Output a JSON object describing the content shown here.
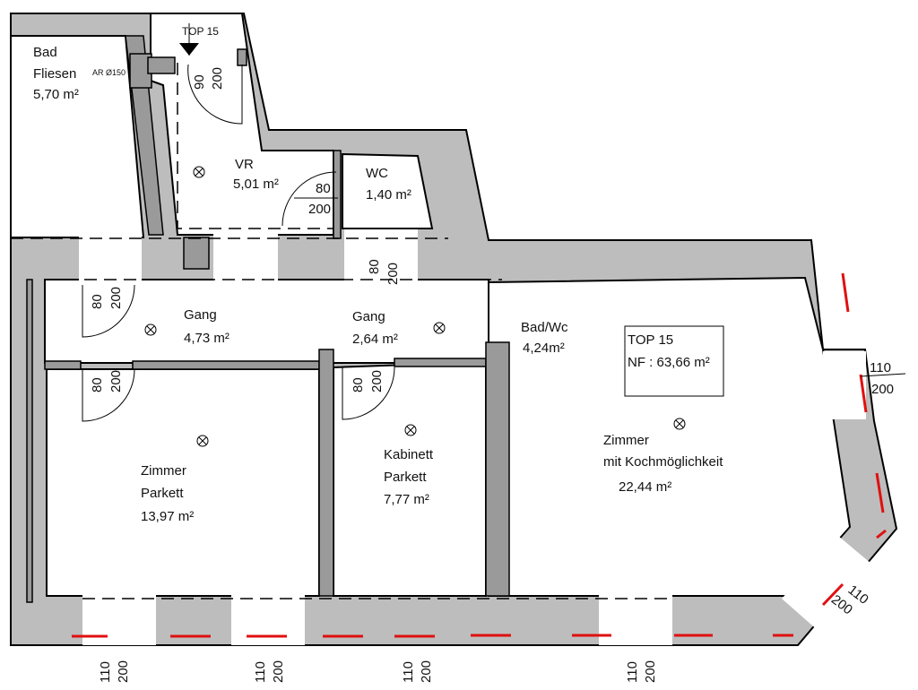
{
  "plan": {
    "unit_label": "TOP 15",
    "summary": {
      "title": "TOP 15",
      "area": "NF : 63,66 m²"
    },
    "rooms": [
      {
        "name": "Bad",
        "floor": "Fliesen",
        "area": "5,70 m²"
      },
      {
        "name": "VR",
        "area": "5,01 m²"
      },
      {
        "name": "WC",
        "area": "1,40 m²"
      },
      {
        "name": "Gang",
        "area": "4,73 m²"
      },
      {
        "name": "Gang",
        "area": "2,64 m²"
      },
      {
        "name": "Bad/Wc",
        "area": "4,24m²"
      },
      {
        "name": "Zimmer",
        "floor": "Parkett",
        "area": "13,97 m²"
      },
      {
        "name": "Kabinett",
        "floor": "Parkett",
        "area": "7,77 m²"
      },
      {
        "name": "Zimmer",
        "floor": "mit Kochmöglichkeit",
        "area": "22,44 m²"
      }
    ],
    "annotation": "AR Ø150",
    "doors": [
      {
        "w": "90",
        "h": "200"
      },
      {
        "w": "80",
        "h": "200"
      },
      {
        "w": "80",
        "h": "200"
      },
      {
        "w": "80",
        "h": "200"
      },
      {
        "w": "80",
        "h": "200"
      },
      {
        "w": "80",
        "h": "200"
      }
    ],
    "windows": [
      {
        "w": "110",
        "h": "200"
      },
      {
        "w": "110",
        "h": "200"
      },
      {
        "w": "110",
        "h": "200"
      },
      {
        "w": "110",
        "h": "200"
      },
      {
        "w": "110",
        "h": "200"
      },
      {
        "w": "110",
        "h": "200"
      }
    ]
  },
  "colors": {
    "wall": "#bdbdbd",
    "inner_wall": "#9a9a9a",
    "insulation_marker": "#e01010"
  }
}
